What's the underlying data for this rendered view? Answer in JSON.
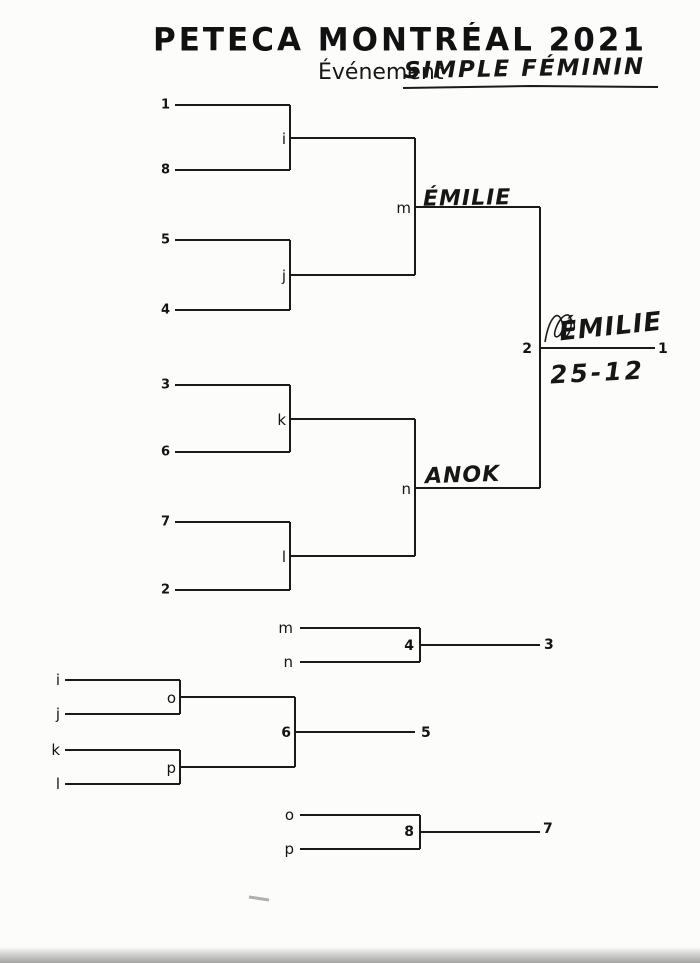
{
  "title": "PETECA MONTRÉAL 2021",
  "event": {
    "label": "Événement",
    "value": "SIMPLE FÉMININ"
  },
  "main_bracket": {
    "seeds": [
      "1",
      "8",
      "5",
      "4",
      "3",
      "6",
      "7",
      "2"
    ],
    "round1_labels": [
      "i",
      "j",
      "k",
      "l"
    ],
    "semifinal_labels": [
      "m",
      "n"
    ],
    "final_label": "2",
    "champion_position_label": "1",
    "handwritten": {
      "semifinal_top_winner": "ÉMILIE",
      "semifinal_bottom_winner": "ANOK",
      "champion": "ÉMILIE",
      "final_score": "25-12"
    }
  },
  "third_place_bracket": {
    "entrants": [
      "m",
      "n"
    ],
    "match_label": "4",
    "result_label": "3"
  },
  "fifth_place_bracket": {
    "entrants": [
      "i",
      "j",
      "k",
      "l"
    ],
    "round1_labels": [
      "o",
      "p"
    ],
    "match_label": "6",
    "result_label": "5"
  },
  "seventh_place_bracket": {
    "entrants": [
      "o",
      "p"
    ],
    "match_label": "8",
    "result_label": "7"
  }
}
